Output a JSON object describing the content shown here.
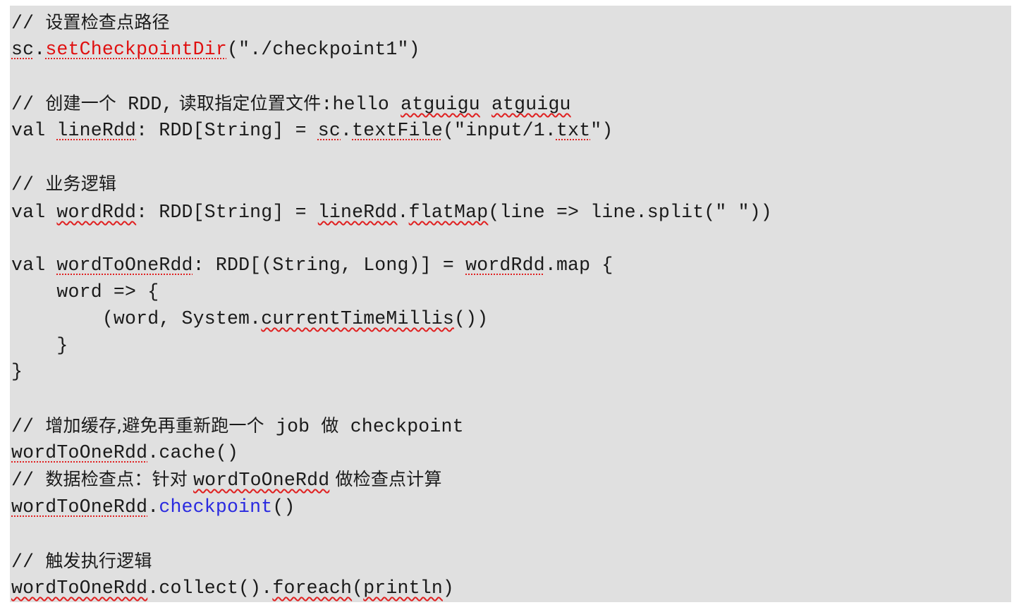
{
  "lines": [
    {
      "comment_slash": "// ",
      "comment_text": "设置检查点路径"
    },
    {
      "a": "sc",
      "b": ".",
      "c": "setCheckpointDir",
      "d": "(\"./checkpoint1\")"
    },
    {
      "slash": "// ",
      "cn1": "创建一个",
      "rdd": " RDD,",
      "cn2": " 读取指定位置文件",
      "colon": ":hello ",
      "w1": "atguigu",
      "sp": " ",
      "w2": "atguigu"
    },
    {
      "a": "val ",
      "b": "lineRdd",
      "c": ": RDD[String] = ",
      "d": "sc",
      "e": ".",
      "f": "textFile",
      "g": "(\"input/1.",
      "h": "txt",
      "i": "\")"
    },
    {
      "slash": "// ",
      "cn": "业务逻辑"
    },
    {
      "a": "val ",
      "b": "wordRdd",
      "c": ": RDD[String] = ",
      "d": "lineRdd",
      "e": ".",
      "f": "flatMap",
      "g": "(line => line.split(\" \"))"
    },
    {
      "a": "val ",
      "b": "wordToOneRdd",
      "c": ": RDD[(String, Long)] = ",
      "d": "wordRdd",
      "e": ".map {"
    },
    {
      "a": "    word => {"
    },
    {
      "a": "        (word, System.",
      "b": "currentTimeMillis",
      "c": "())"
    },
    {
      "a": "    }"
    },
    {
      "a": "}"
    },
    {
      "slash": "// ",
      "cn1": "增加缓存,避免再重新跑一个",
      "job": " job ",
      "cn2": "做",
      "cp": " checkpoint"
    },
    {
      "a": "wordToOneRdd",
      "b": ".cache()"
    },
    {
      "slash": "// ",
      "cn1": "数据检查点：针对 ",
      "w": "wordToOneRdd",
      "cn2": " 做检查点计算"
    },
    {
      "a": "wordToOneRdd",
      "b": ".",
      "c": "checkpoint",
      "d": "()"
    },
    {
      "slash": "// ",
      "cn": "触发执行逻辑"
    },
    {
      "a": "wordToOneRdd",
      "b": ".collect().",
      "c": "foreach",
      "d": "(",
      "e": "println",
      "f": ")"
    }
  ],
  "colors": {
    "background": "#e0e0e0",
    "text": "#1a1a1a",
    "method_red": "#e01010",
    "method_blue": "#2a2ae0",
    "spell_underline": "#e02020"
  }
}
